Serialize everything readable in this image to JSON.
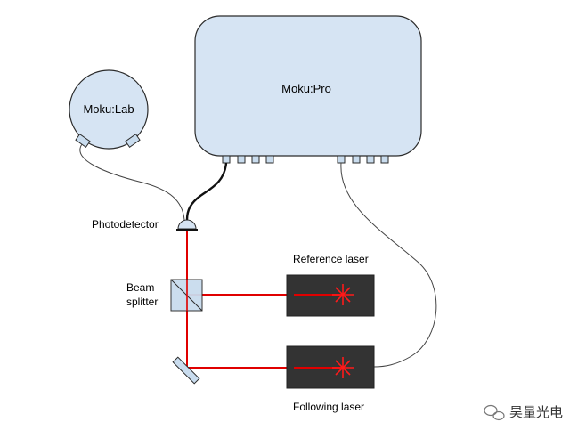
{
  "diagram": {
    "moku_pro_label": "Moku:Pro",
    "moku_lab_label": "Moku:Lab",
    "photodetector_label": "Photodetector",
    "beam_splitter_label_line1": "Beam",
    "beam_splitter_label_line2": "splitter",
    "reference_laser_label": "Reference laser",
    "following_laser_label": "Following laser",
    "watermark_text": "昊量光电"
  },
  "colors": {
    "device_fill": "#d6e4f3",
    "laser_box": "#333333",
    "laser_beam": "#e00000",
    "splitter_fill": "#c9dcee"
  }
}
